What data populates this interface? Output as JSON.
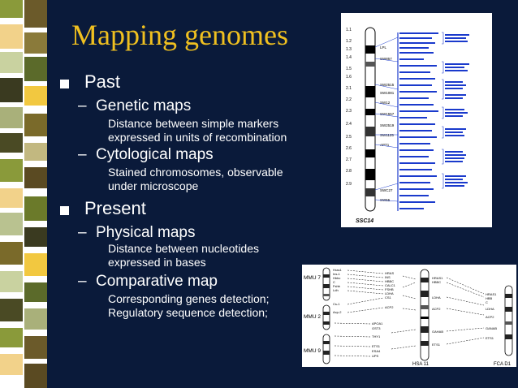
{
  "title": "Mapping genomes",
  "bullets": [
    {
      "label": "Past",
      "items": [
        {
          "label": "Genetic maps",
          "desc": [
            "Distance between simple markers",
            "expressed in units of recombination"
          ]
        },
        {
          "label": "Cytological maps",
          "desc": [
            "Stained chromosomes, observable",
            "under microscope"
          ]
        }
      ]
    },
    {
      "label": "Present",
      "items": [
        {
          "label": "Physical maps",
          "desc": [
            "Distance between nucleotides",
            "expressed in bases"
          ]
        },
        {
          "label": "Comparative map",
          "desc": [
            "Corresponding genes detection;",
            "Regulatory sequence detection;"
          ]
        }
      ]
    }
  ],
  "figure1": {
    "chromosome_label": "SSC14",
    "band_labels": [
      "1.1",
      "1.2",
      "1.3",
      "1.4",
      "1.5",
      "1.6",
      "2.1",
      "2.2",
      "2.3",
      "2.4",
      "2.5",
      "2.6",
      "2.7",
      "2.8",
      "2.9"
    ],
    "markers": [
      "LPL",
      "SW857",
      "SW2515",
      "SW1081",
      "SW12",
      "SW1557",
      "SW2519",
      "SW1125",
      "APT1",
      "SWC27",
      "SW55"
    ]
  },
  "figure2": {
    "left_labels": [
      "MMU 7",
      "MMU 2",
      "MMU 9"
    ],
    "genes_top": [
      "Hras1",
      "Ins-1",
      "Hbbc",
      "C",
      "Fshb",
      "Ldh",
      "Cs-1",
      "Acp-2"
    ],
    "genes_mid": [
      "HRAS",
      "INS",
      "HBBC",
      "CALC1",
      "FSHB",
      "LDHA",
      "CS1",
      "ACP2"
    ],
    "genes_low": [
      "APOA1",
      "GST3",
      "THY1",
      "ETS1",
      "ESA4",
      "UPS"
    ],
    "right_genes": [
      "HRAS1",
      "HBBC",
      "LDHA",
      "ACP2",
      "GAHAB",
      "ETS1"
    ],
    "right_labels": [
      "HRAS1",
      "HBB",
      "C",
      "LDHA",
      "ACP2",
      "GANAB",
      "ETS1"
    ],
    "bottom_labels": [
      "HSA 11",
      "FCA D1"
    ]
  },
  "colors": {
    "background": "#0a1a3a",
    "title": "#f0c020",
    "text": "#ffffff"
  }
}
